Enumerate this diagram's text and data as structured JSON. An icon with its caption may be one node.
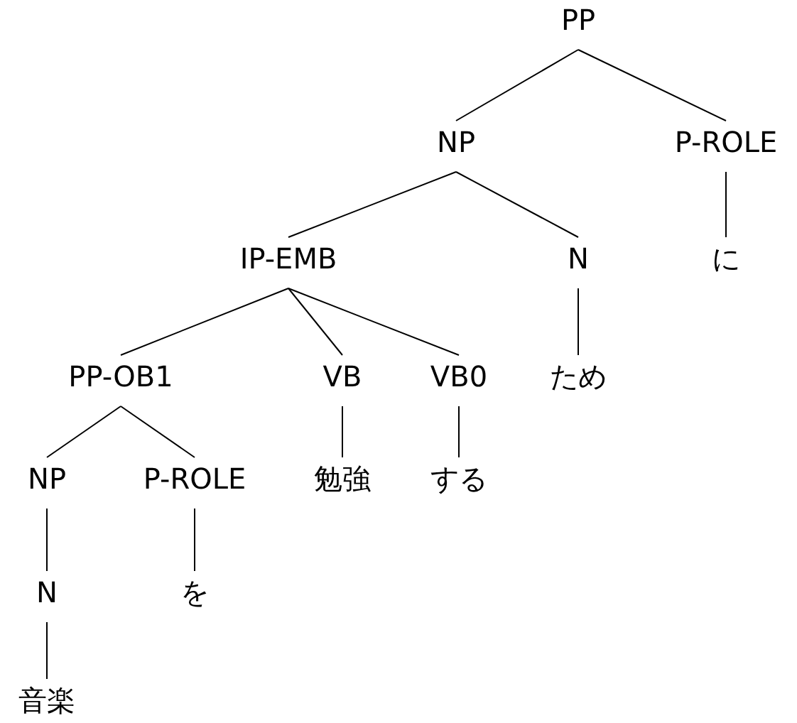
{
  "diagram": {
    "nodes": [
      {
        "text": [
          "PP"
        ]
      },
      {
        "text": [
          "NP"
        ]
      },
      {
        "text": [
          "P-ROLE"
        ]
      },
      {
        "text": [
          "IP-EMB"
        ]
      },
      {
        "text": [
          "N"
        ]
      },
      {
        "text": [
          "に"
        ]
      },
      {
        "text": [
          "PP-OB1"
        ]
      },
      {
        "text": [
          "VB"
        ]
      },
      {
        "text": [
          "VB0"
        ]
      },
      {
        "text": [
          "ため"
        ]
      },
      {
        "text": [
          "NP"
        ]
      },
      {
        "text": [
          "P-ROLE"
        ]
      },
      {
        "text": [
          "勉強"
        ]
      },
      {
        "text": [
          "する"
        ]
      },
      {
        "text": [
          "N"
        ]
      },
      {
        "text": [
          "を"
        ]
      },
      {
        "text": [
          "音楽"
        ]
      }
    ],
    "edges": [
      {
        "from": 0,
        "to": 1,
        "arrow": "none"
      },
      {
        "from": 0,
        "to": 2,
        "arrow": "none"
      },
      {
        "from": 1,
        "to": 3,
        "arrow": "none"
      },
      {
        "from": 1,
        "to": 4,
        "arrow": "none"
      },
      {
        "from": 2,
        "to": 5,
        "arrow": "none"
      },
      {
        "from": 3,
        "to": 6,
        "arrow": "none"
      },
      {
        "from": 3,
        "to": 7,
        "arrow": "none"
      },
      {
        "from": 3,
        "to": 8,
        "arrow": "none"
      },
      {
        "from": 4,
        "to": 9,
        "arrow": "none"
      },
      {
        "from": 6,
        "to": 10,
        "arrow": "none"
      },
      {
        "from": 6,
        "to": 11,
        "arrow": "none"
      },
      {
        "from": 7,
        "to": 12,
        "arrow": "none"
      },
      {
        "from": 8,
        "to": 13,
        "arrow": "none"
      },
      {
        "from": 10,
        "to": 14,
        "arrow": "none"
      },
      {
        "from": 11,
        "to": 15,
        "arrow": "none"
      },
      {
        "from": 14,
        "to": 16,
        "arrow": "none"
      }
    ]
  }
}
